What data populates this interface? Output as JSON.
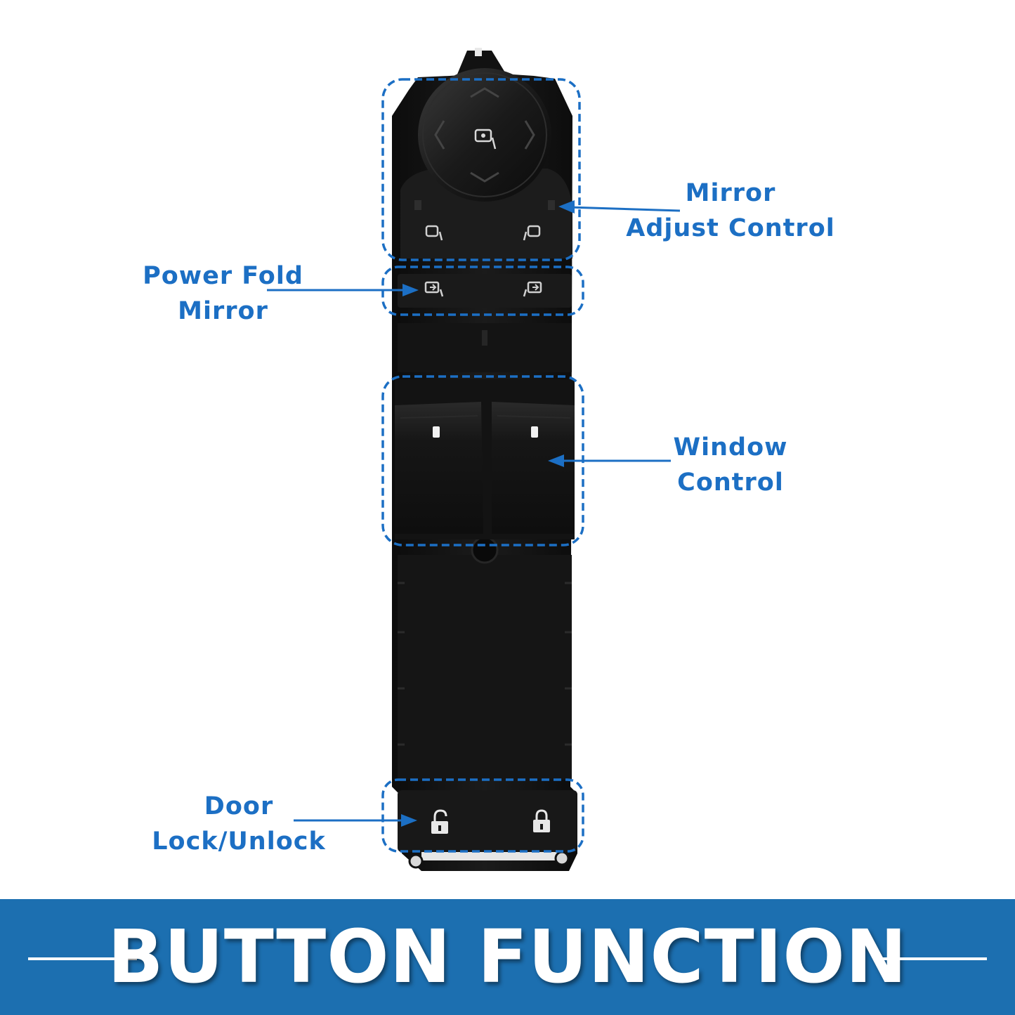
{
  "labels": {
    "mirror_adjust": {
      "line1": "Mirror",
      "line2": "Adjust Control"
    },
    "power_fold": {
      "line1": "Power Fold",
      "line2": "Mirror"
    },
    "window_control": {
      "line1": "Window",
      "line2": "Control"
    },
    "door_lock": {
      "line1": "Door",
      "line2": "Lock/Unlock"
    }
  },
  "banner": {
    "title": "BUTTON FUNCTION"
  },
  "colors": {
    "accent": "#1c6fc4",
    "banner": "#1c6fb0",
    "device": "#121212",
    "callout": "#1c6fc4"
  },
  "icons": [
    "mirror-joystick-icon",
    "left-mirror-icon",
    "right-mirror-icon",
    "fold-left-icon",
    "fold-right-icon",
    "unlock-icon",
    "lock-icon"
  ]
}
